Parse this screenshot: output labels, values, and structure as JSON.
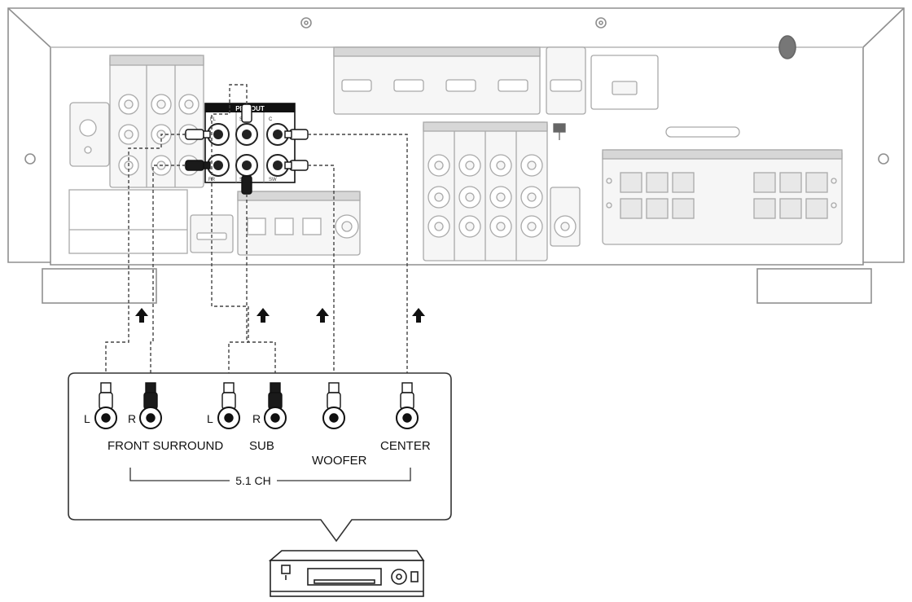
{
  "receiver": {
    "section_label": "PRE OUT",
    "jack_labels": {
      "fl": "FL",
      "fr": "FR",
      "sl": "SL",
      "sr": "SR",
      "c": "C",
      "sw": "SW"
    }
  },
  "source_panel": {
    "front_surround": {
      "left": "L",
      "right": "R"
    },
    "sub": {
      "left": "L",
      "right": "R"
    },
    "labels": {
      "front_surround": "FRONT SURROUND",
      "sub": "SUB",
      "woofer": "WOOFER",
      "center": "CENTER",
      "channel_group": "5.1 CH"
    }
  },
  "colors": {
    "line_art": "#8f8f8f",
    "panel_fill": "#f4f4f4",
    "connector_dark": "#1a1a1a",
    "arrow": "#111111"
  },
  "icons": {
    "arrows": "up-arrow-icon",
    "source_device": "dvd-player-icon"
  }
}
